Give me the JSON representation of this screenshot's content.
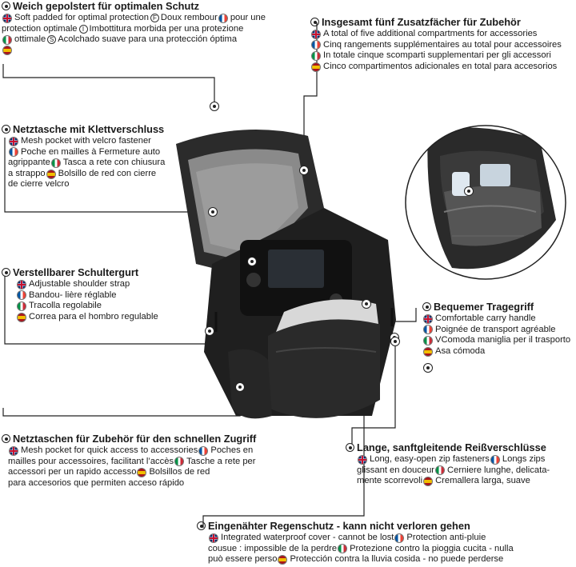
{
  "blocks": {
    "protection": {
      "title": "Weich gepolstert für optimalen Schutz",
      "l1": "Soft padded for optimal protection",
      "l1b": "Doux rembour",
      "l1c": "pour une",
      "l2": "protection optimale",
      "l2b": "Imbottitura morbida per una protezione",
      "l3": "ottimale",
      "l3b": "Acolchado suave para una protección óptima"
    },
    "compartments": {
      "title": "Insgesamt fünf Zusatzfächer für Zubehör",
      "en": "A total of five additional compartments for accessories",
      "fr": "Cinq rangements supplémentaires au total pour accessoires",
      "it": "In totale cinque scomparti supplementari per gli accessori",
      "es": "Cinco compartimentos adicionales en total para accesorios"
    },
    "mesh": {
      "title": "Netztasche mit Klettverschluss",
      "en": "Mesh pocket with velcro fastener",
      "fr1": "Poche en mailles à Fermeture auto",
      "fr2": "agrippante",
      "it1": "Tasca a rete con chiusura",
      "it2": "a strappo",
      "es1": "Bolsillo de red con cierre",
      "es2": "de cierre velcro"
    },
    "strap": {
      "title": "Verstellbarer Schultergurt",
      "en": "Adjustable shoulder strap",
      "fr": "Bandou- lière réglable",
      "it": "Tracolla regolabile",
      "es": "Correa para el hombro regulable"
    },
    "handle": {
      "title": "Bequemer Tragegriff",
      "en": "Comfortable carry handle",
      "fr": "Poignée de transport agréable",
      "it": "VComoda maniglia per il trasporto",
      "es": "Asa cómoda"
    },
    "meshquick": {
      "title": "Netztaschen für Zubehör für den schnellen Zugriff",
      "en": "Mesh pocket for quick access to accessories",
      "fr1": "Poches en",
      "fr2": "mailles pour accessoires, facilitant l’accès",
      "it1": "Tasche a rete per",
      "it2": "accessori per un rapido accesso",
      "es1": "Bolsillos de red",
      "es2": "para accesorios que permiten acceso rápido"
    },
    "zips": {
      "title": "Lange, sanftgleitende Reißverschlüsse",
      "en": "Long, easy-open zip fasteners",
      "fr1": "Longs zips",
      "fr2": "glissant en douceur",
      "it1": "Cerniere lunghe, delicata-",
      "it2": "mente scorrevoli",
      "es": "Cremallera larga, suave"
    },
    "rain": {
      "title": "Eingenähter Regenschutz - kann nicht verloren gehen",
      "en": "Integrated waterproof cover - cannot be lost",
      "fr1": "Protection anti-pluie",
      "fr2": "cousue : impossible de la perdre",
      "it": "Protezione contro la pioggia cucita - nulla",
      "it2": "può essere perso",
      "es": "Protección contra la lluvia cosida - no puede perderse"
    }
  },
  "letters": {
    "f": "F",
    "i": "I",
    "s": "S"
  },
  "colors": {
    "bag": "#1f1f1f",
    "bag_lining": "#8a8a8a",
    "line": "#222222"
  }
}
